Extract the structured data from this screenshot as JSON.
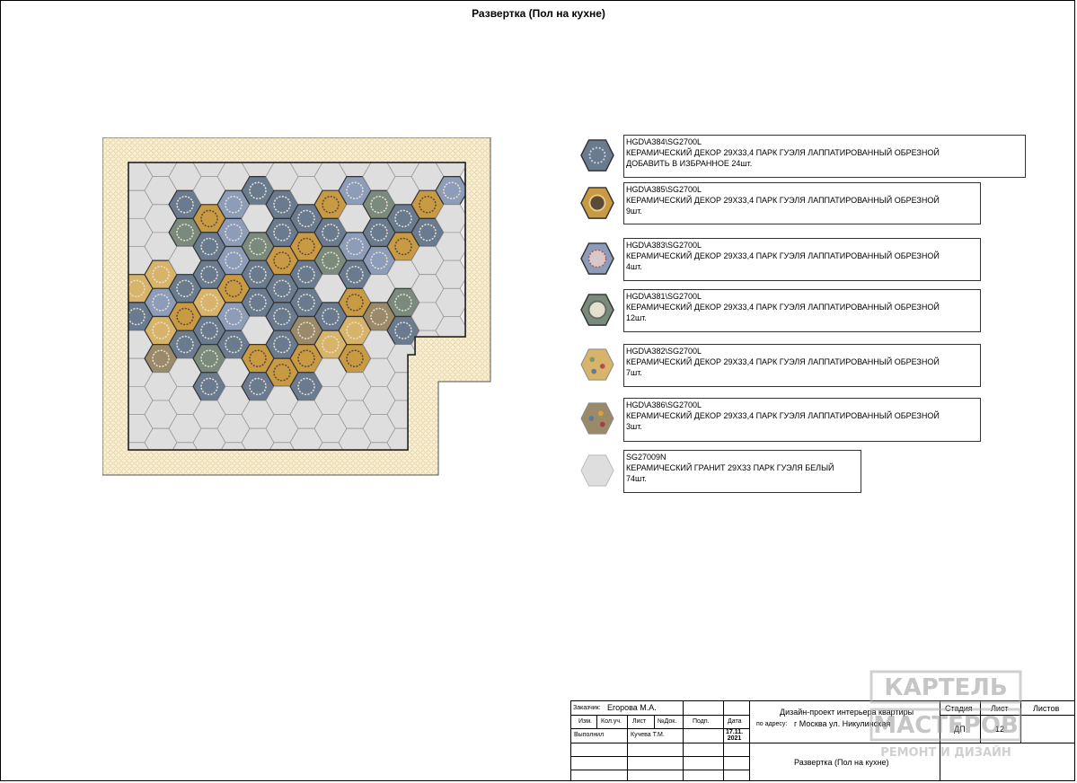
{
  "title": "Развертка (Пол на кухне)",
  "legend": [
    {
      "code": "HGD\\A384\\SG2700L",
      "desc": "КЕРАМИЧЕСКИЙ ДЕКОР 29Х33,4 ПАРК ГУЭЛЯ ЛАППАТИРОВАННЫЙ ОБРЕЗНОЙ",
      "qty": "ДОБАВИТЬ В ИЗБРАННОЕ 24шт."
    },
    {
      "code": "HGD\\A385\\SG2700L",
      "desc": "КЕРАМИЧЕСКИЙ ДЕКОР 29Х33,4 ПАРК ГУЭЛЯ ЛАППАТИРОВАННЫЙ ОБРЕЗНОЙ",
      "qty": "9шт."
    },
    {
      "code": "HGD\\A383\\SG2700L",
      "desc": "КЕРАМИЧЕСКИЙ ДЕКОР 29Х33,4 ПАРК ГУЭЛЯ ЛАППАТИРОВАННЫЙ ОБРЕЗНОЙ",
      "qty": "4шт."
    },
    {
      "code": "HGD\\A381\\SG2700L",
      "desc": "КЕРАМИЧЕСКИЙ ДЕКОР 29Х33,4 ПАРК ГУЭЛЯ ЛАППАТИРОВАННЫЙ ОБРЕЗНОЙ",
      "qty": "12шт."
    },
    {
      "code": "HGD\\A382\\SG2700L",
      "desc": "КЕРАМИЧЕСКИЙ ДЕКОР 29Х33,4 ПАРК ГУЭЛЯ ЛАППАТИРОВАННЫЙ ОБРЕЗНОЙ",
      "qty": "7шт."
    },
    {
      "code": "HGD\\A386\\SG2700L",
      "desc": "КЕРАМИЧЕСКИЙ ДЕКОР 29Х33,4 ПАРК ГУЭЛЯ ЛАППАТИРОВАННЫЙ ОБРЕЗНОЙ",
      "qty": "3шт."
    },
    {
      "code": "SG27009N",
      "desc": "КЕРАМИЧЕСКИЙ ГРАНИТ 29Х33 ПАРК ГУЭЛЯ БЕЛЫЙ",
      "qty": "74шт."
    }
  ],
  "tile_colors": {
    "a384": "#6b7b8f",
    "a385": "#c99a44",
    "a383": "#8d9cb8",
    "a381": "#7a8a7c",
    "a382": "#d8b46a",
    "a386": "#9a8a6a",
    "plain": "#dedede",
    "border": "#f3e7c4"
  },
  "title_block": {
    "customer_label": "Заказчик:",
    "customer": "Егорова М.А.",
    "headers": [
      "Изм.",
      "Кол.уч.",
      "Лист",
      "№Док.",
      "Подп.",
      "Дата"
    ],
    "performer_label": "Выполнил",
    "performer": "Кучева Т.М.",
    "date": "17.11.\n2021",
    "project": "Дизайн-проект интерьера квартиры",
    "address_label": "по адресу:",
    "address": "г Москва ул. Никулинская",
    "stage_h": "Стадия",
    "sheet_h": "Лист",
    "sheets_h": "Листов",
    "stage": "ДП",
    "sheet": "12",
    "sheet_title": "Развертка (Пол на кухне)"
  },
  "stamp": {
    "line1": "КАРТЕЛЬ",
    "line2": "МАСТЕРОВ",
    "line3": "РЕМОНТ И ДИЗАЙН"
  }
}
